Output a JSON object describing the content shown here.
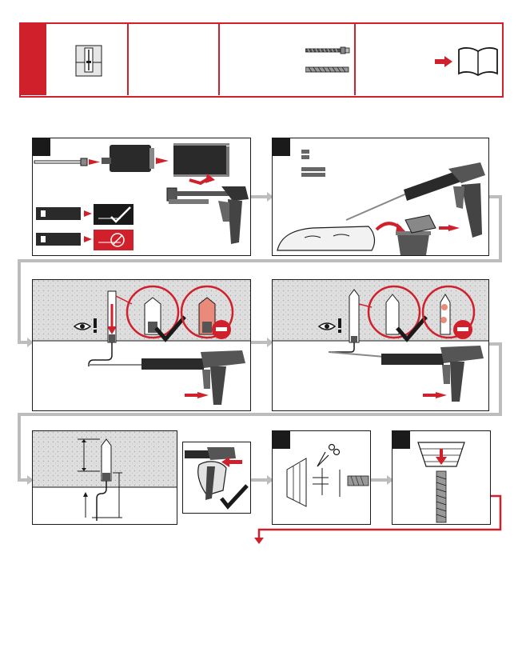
{
  "colors": {
    "red": "#d0202c",
    "black": "#1a1a1a",
    "grey": "#bdbdbd",
    "concrete": "#d9d9d9"
  },
  "header": {
    "manual_icon": "open-book-icon",
    "tab_icon": "anchor-in-hole-icon"
  },
  "steps": [
    {
      "id": "step-1",
      "number": ""
    },
    {
      "id": "step-2",
      "number": ""
    },
    {
      "id": "step-3",
      "number": ""
    },
    {
      "id": "step-4",
      "number": ""
    },
    {
      "id": "step-5",
      "number": ""
    },
    {
      "id": "step-7",
      "number": ""
    },
    {
      "id": "step-8",
      "number": ""
    }
  ]
}
